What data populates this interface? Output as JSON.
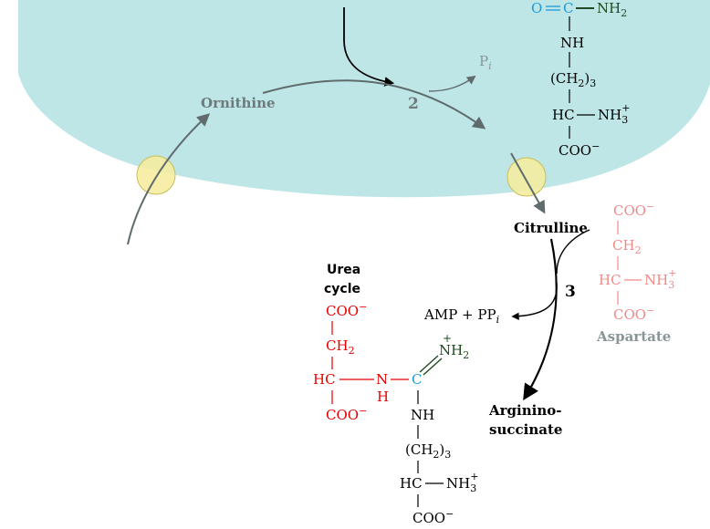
{
  "labels": {
    "ornithine": "Ornithine",
    "step2": "2",
    "pi_main": "P",
    "pi_sub": "i",
    "citrulline": "Citrulline",
    "step3": "3",
    "amp": "AMP + PP",
    "amp_sub": "i",
    "aspartate": "Aspartate",
    "urea_cycle_line1": "Urea",
    "urea_cycle_line2": "cycle",
    "argininosuccinate_line1": "Argininо-",
    "argininosuccinate_line2": "succinate"
  },
  "citrulline_structure": {
    "o": "O",
    "c": "C",
    "nh2": "NH",
    "nh2_sub": "2",
    "nh": "NH",
    "ch2_3": "(CH",
    "ch2_3_sub": "2",
    "ch2_3_close": ")",
    "ch2_3_count": "3",
    "hc": "HC",
    "nh3": "NH",
    "nh3_sub": "3",
    "nh3_sup": "+",
    "coo": "COO",
    "coo_sup": "−"
  },
  "aspartate_structure": {
    "coo_top": "COO",
    "coo_top_sup": "−",
    "ch2": "CH",
    "ch2_sub": "2",
    "hc": "HC",
    "nh3": "NH",
    "nh3_sub": "3",
    "nh3_sup": "+",
    "coo_bottom": "COO",
    "coo_bottom_sup": "−"
  },
  "argininosuccinate_structure": {
    "coo_top": "COO",
    "coo_top_sup": "−",
    "ch2": "CH",
    "ch2_sub": "2",
    "hc_left": "HC",
    "n": "N",
    "h": "H",
    "c": "C",
    "nh2_plus": "+",
    "nh2": "NH",
    "nh2_sub": "2",
    "coo_left_bottom": "COO",
    "coo_left_bottom_sup": "−",
    "nh": "NH",
    "ch2_3": "(CH",
    "ch2_3_sub": "2",
    "ch2_3_close": ")",
    "ch2_3_count": "3",
    "hc_bottom": "HC",
    "nh3": "NH",
    "nh3_sub": "3",
    "nh3_sup": "+",
    "coo_bottom": "COO",
    "coo_bottom_sup": "−"
  },
  "colors": {
    "matrix": "#bfe6e6",
    "transporter": "#f6ec9a",
    "carbon_blue": "#1e9ad6",
    "amino_green": "#1f4a1f",
    "aspartate_red": "#e60000",
    "aspartate_pink": "#f08a8a",
    "gray_text": "#6d7b7d",
    "arrow_gray": "#5f6b6d"
  }
}
